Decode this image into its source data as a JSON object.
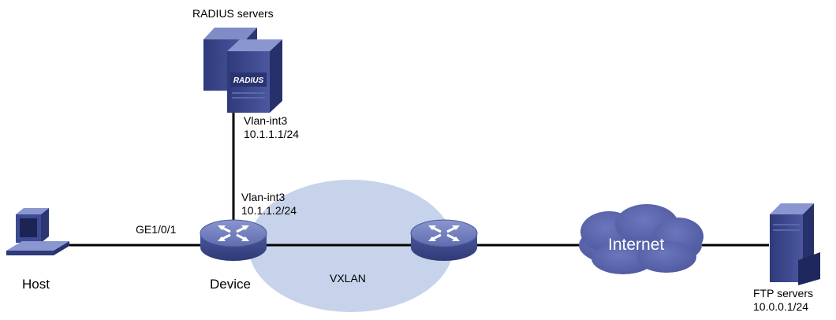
{
  "colors": {
    "vxlan_cloud": "#c7d3ea",
    "device_body": "#5868a6",
    "server_body": "#3d4a8f",
    "internet_cloud": "#5a65ad",
    "links": "#000000"
  },
  "labels": {
    "radius_servers": "RADIUS servers",
    "radius_logo": "RADIUS",
    "radius_iface": "Vlan-int3",
    "radius_ip": "10.1.1.1/24",
    "device_iface": "Vlan-int3",
    "device_ip": "10.1.1.2/24",
    "host_port": "GE1/0/1",
    "host": "Host",
    "device": "Device",
    "vxlan": "VXLAN",
    "internet": "Internet",
    "ftp_servers": "FTP servers",
    "ftp_ip": "10.0.0.1/24"
  },
  "icons": {
    "host": "desktop-computer-icon",
    "device": "switch-icon",
    "remote_switch": "switch-icon",
    "radius": "server-tower-icon",
    "ftp": "server-tower-icon",
    "internet": "cloud-icon"
  }
}
